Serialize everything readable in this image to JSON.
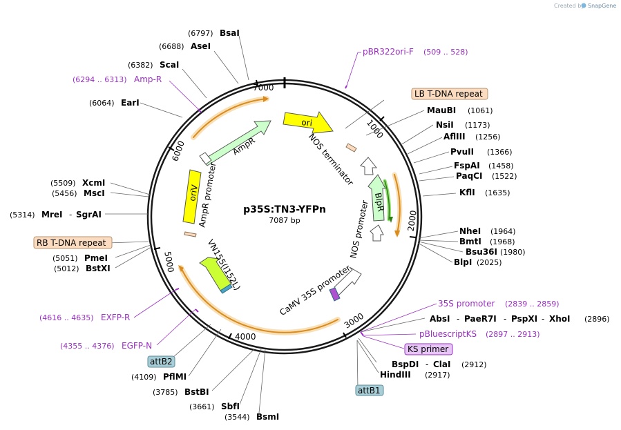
{
  "credit": "Created by",
  "brand": "SnapGene",
  "plasmid": {
    "name": "p35S:TN3-YFPn",
    "size": "7087 bp"
  },
  "ticks": [
    "1000",
    "2000",
    "3000",
    "4000",
    "5000",
    "6000",
    "7000"
  ],
  "sites": {
    "bsaI": {
      "name": "BsaI",
      "pos": "(6797)"
    },
    "aseI": {
      "name": "AseI",
      "pos": "(6688)"
    },
    "scaI": {
      "name": "ScaI",
      "pos": "(6382)"
    },
    "earI": {
      "name": "EarI",
      "pos": "(6064)"
    },
    "xcmI": {
      "name": "XcmI",
      "pos": "(5509)"
    },
    "mscI": {
      "name": "MscI",
      "pos": "(5456)"
    },
    "mreI": {
      "name": "MreI",
      "sep": "-",
      "name2": "SgrAI",
      "pos": "(5314)"
    },
    "pmeI": {
      "name": "PmeI",
      "pos": "(5051)"
    },
    "bstXI": {
      "name": "BstXI",
      "pos": "(5012)"
    },
    "pflMI": {
      "name": "PflMI",
      "pos": "(4109)"
    },
    "bstBI": {
      "name": "BstBI",
      "pos": "(3785)"
    },
    "sbfI": {
      "name": "SbfI",
      "pos": "(3661)"
    },
    "bsmI": {
      "name": "BsmI",
      "pos": "(3544)"
    },
    "mauBI": {
      "name": "MauBI",
      "pos": "(1061)"
    },
    "nsiI": {
      "name": "NsiI",
      "pos": "(1173)"
    },
    "aflIII": {
      "name": "AflIII",
      "pos": "(1256)"
    },
    "pvuII": {
      "name": "PvuII",
      "pos": "(1366)"
    },
    "fspAI": {
      "name": "FspAI",
      "pos": "(1458)"
    },
    "paqCI": {
      "name": "PaqCI",
      "pos": "(1522)"
    },
    "kflI": {
      "name": "KflI",
      "pos": "(1635)"
    },
    "nheI": {
      "name": "NheI",
      "pos": "(1964)"
    },
    "bmtI": {
      "name": "BmtI",
      "pos": "(1968)"
    },
    "bsu36I": {
      "name": "Bsu36I",
      "pos": "(1980)"
    },
    "blpI": {
      "name": "BlpI",
      "pos": "(2025)"
    },
    "absI": {
      "name": "AbsI",
      "s1": "-",
      "n2": "PaeR7I",
      "s2": "-",
      "n3": "PspXI",
      "s3": "-",
      "n4": "XhoI",
      "pos": "(2896)"
    },
    "bspDI": {
      "name": "BspDI",
      "sep": "-",
      "name2": "ClaI",
      "pos": "(2912)"
    },
    "hindIII": {
      "name": "HindIII",
      "pos": "(2917)"
    }
  },
  "primers": {
    "pbr322": {
      "name": "pBR322ori-F",
      "range": "(509 .. 528)"
    },
    "ampR": {
      "name": "Amp-R",
      "range": "(6294 .. 6313)"
    },
    "exfpR": {
      "name": "EXFP-R",
      "range": "(4616 .. 4635)"
    },
    "egfpN": {
      "name": "EGFP-N",
      "range": "(4355 .. 4376)"
    },
    "p35s": {
      "name": "35S promoter",
      "range": "(2839 .. 2859)"
    },
    "pbluescript": {
      "name": "pBluescriptKS",
      "range": "(2897 .. 2913)"
    },
    "ksPrimer": {
      "name": "KS primer"
    }
  },
  "boxes": {
    "lb": "LB T-DNA repeat",
    "rb": "RB T-DNA repeat",
    "attB1": "attB1",
    "attB2": "attB2"
  },
  "features": {
    "ori": "ori",
    "nosTerm": "NOS terminator",
    "blpR": "BlpR",
    "nosProm": "NOS promoter",
    "camv": "CaMV 35S promoter",
    "vn155": "VN155(I152L)",
    "ampR": "AmpR",
    "ampRProm": "AmpR promoter",
    "oriV": "oriV"
  },
  "colors": {
    "backbone": "#1a1a1a",
    "yellow": "#ffff00",
    "green": "#ccffcc",
    "lime": "#ccff33",
    "orange": "#f2a93b",
    "purple": "#9b2fc4",
    "tdna": "#fbdcc0",
    "att": "#a8cfd8",
    "ksbox": "#e6c6f4"
  }
}
